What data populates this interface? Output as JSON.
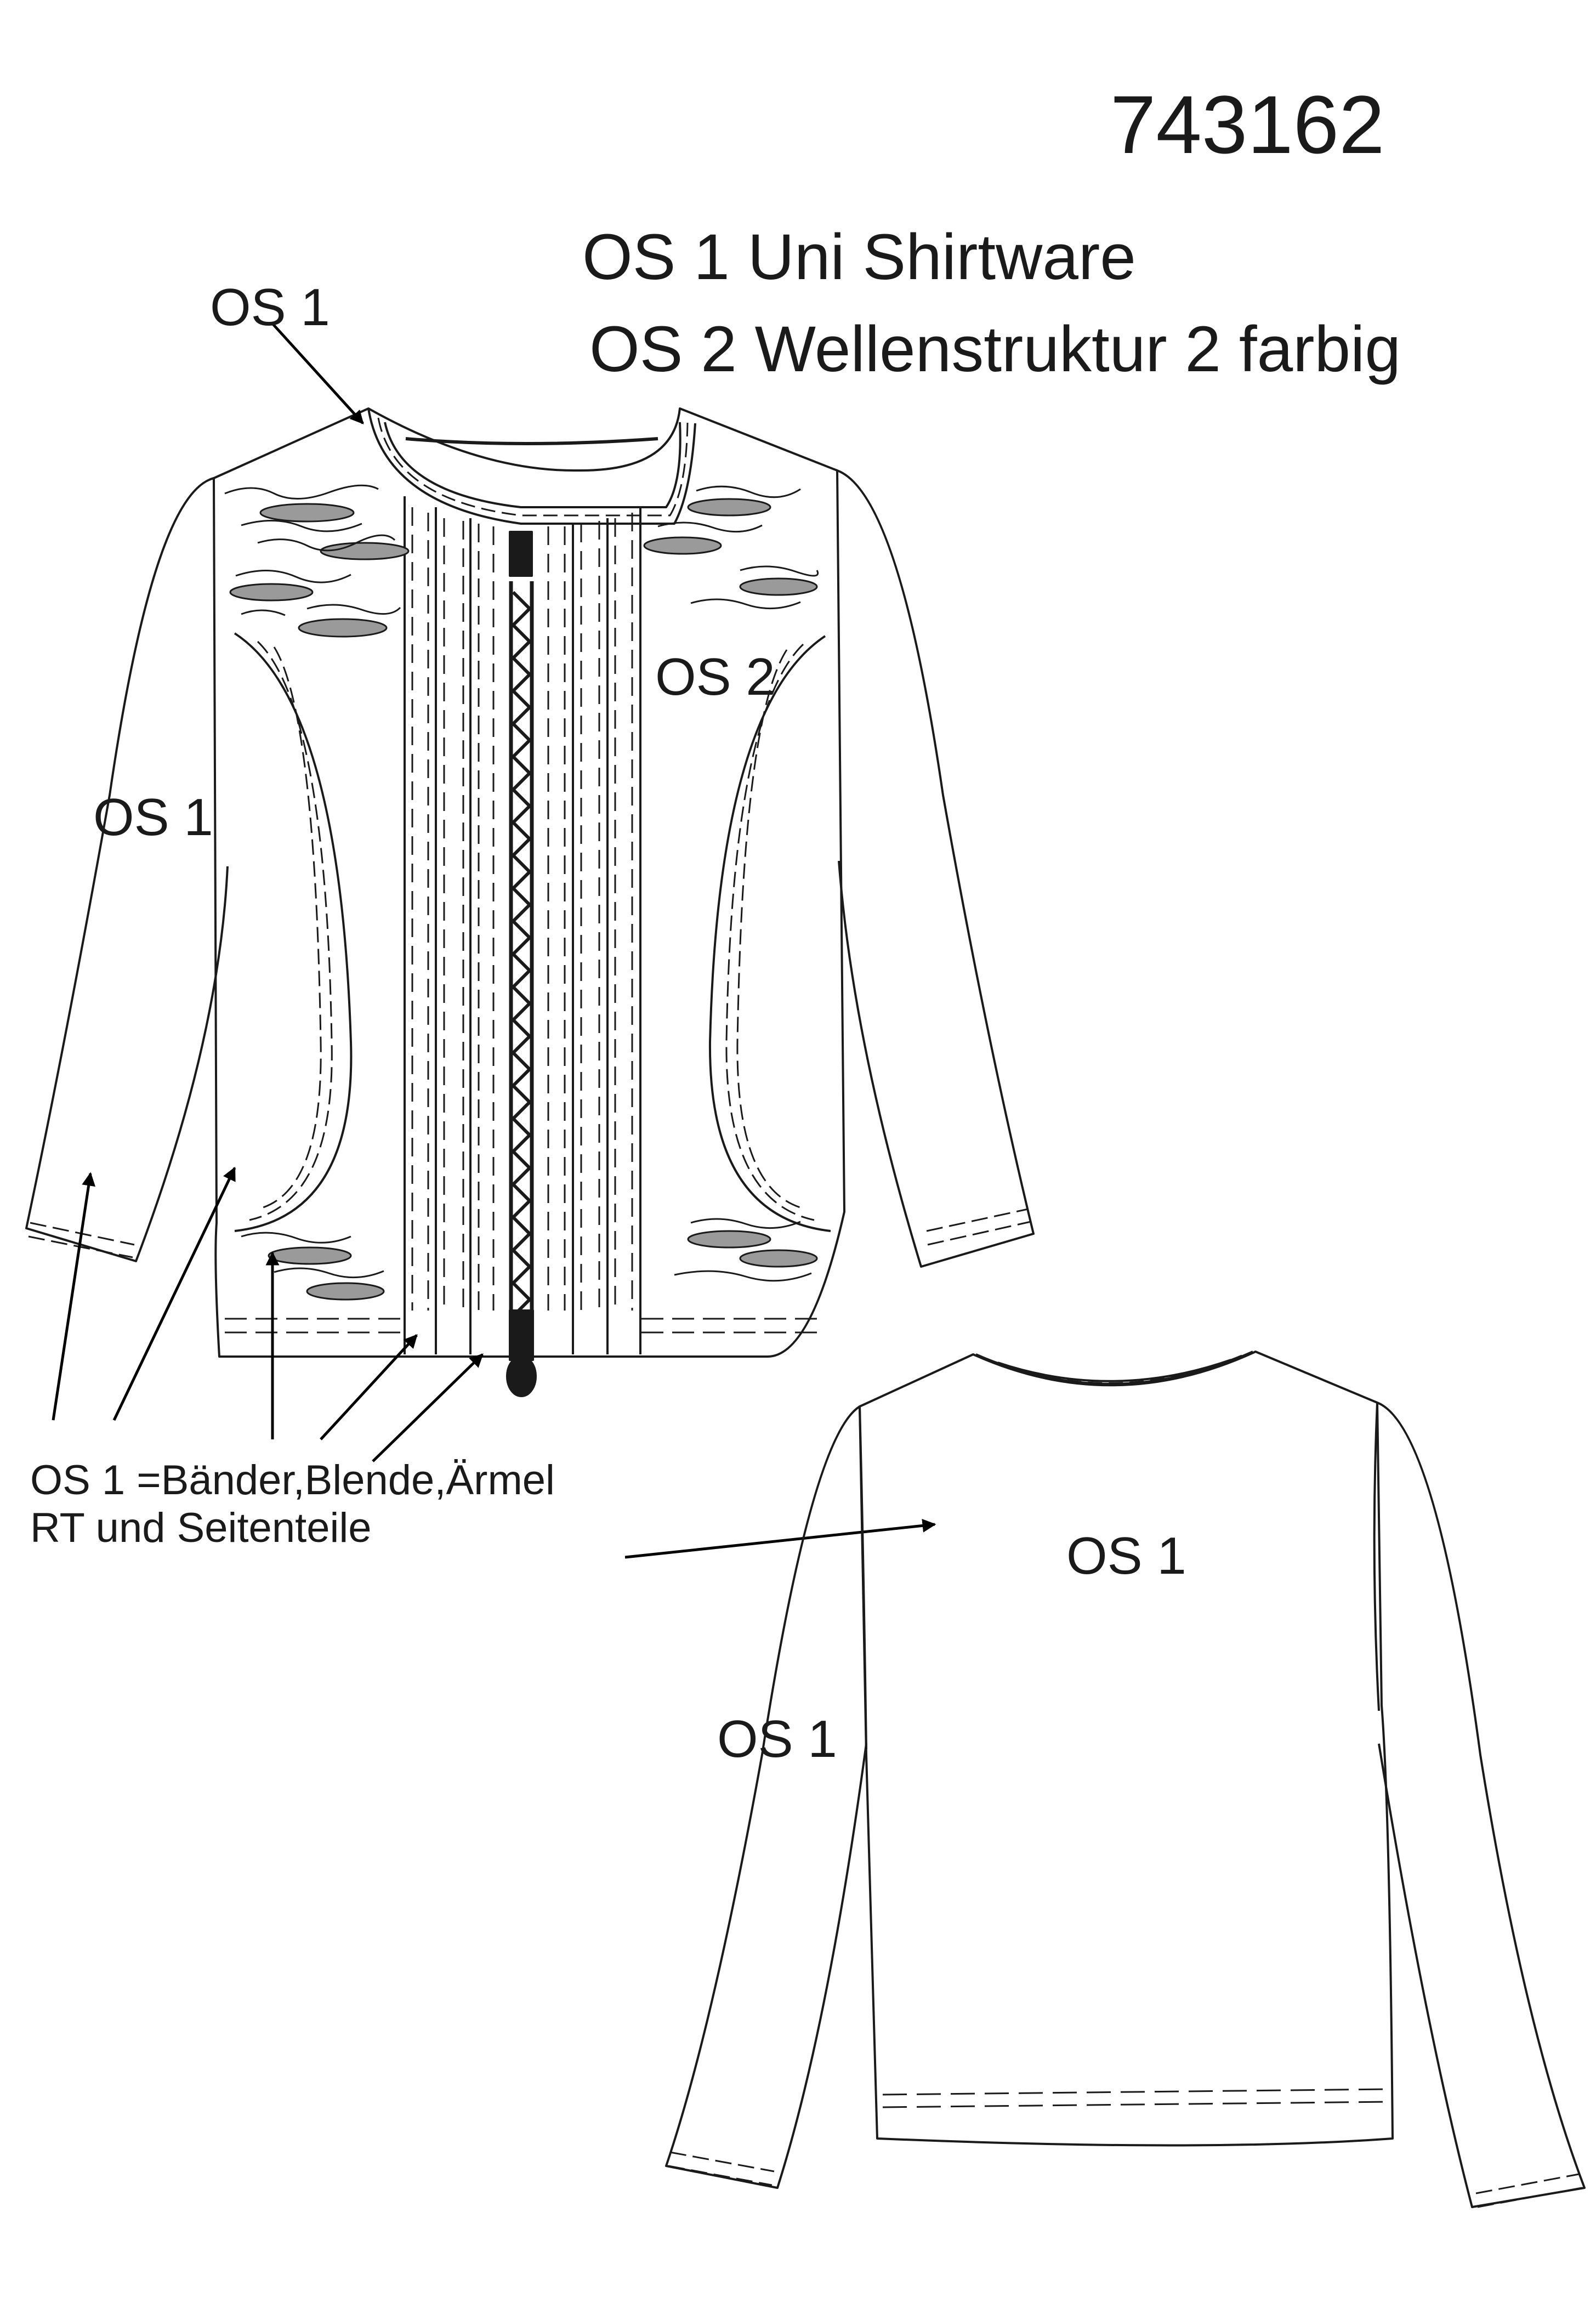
{
  "article_number": "743162",
  "legend": {
    "os1": "OS 1 Uni Shirtware",
    "os2": "OS 2 Wellenstruktur 2 farbig"
  },
  "labels": {
    "neck": "OS 1",
    "yoke": "OS 2",
    "sleeve_front": "OS 1",
    "back": "OS 1",
    "sleeve_back": "OS 1"
  },
  "note": {
    "line1": "OS 1 =Bänder,Blende,Ärmel",
    "line2": "RT und Seitenteile"
  },
  "colors": {
    "line": "#1a1a1a",
    "wave_fill": "#9a9a9a",
    "paper": "#ffffff"
  }
}
